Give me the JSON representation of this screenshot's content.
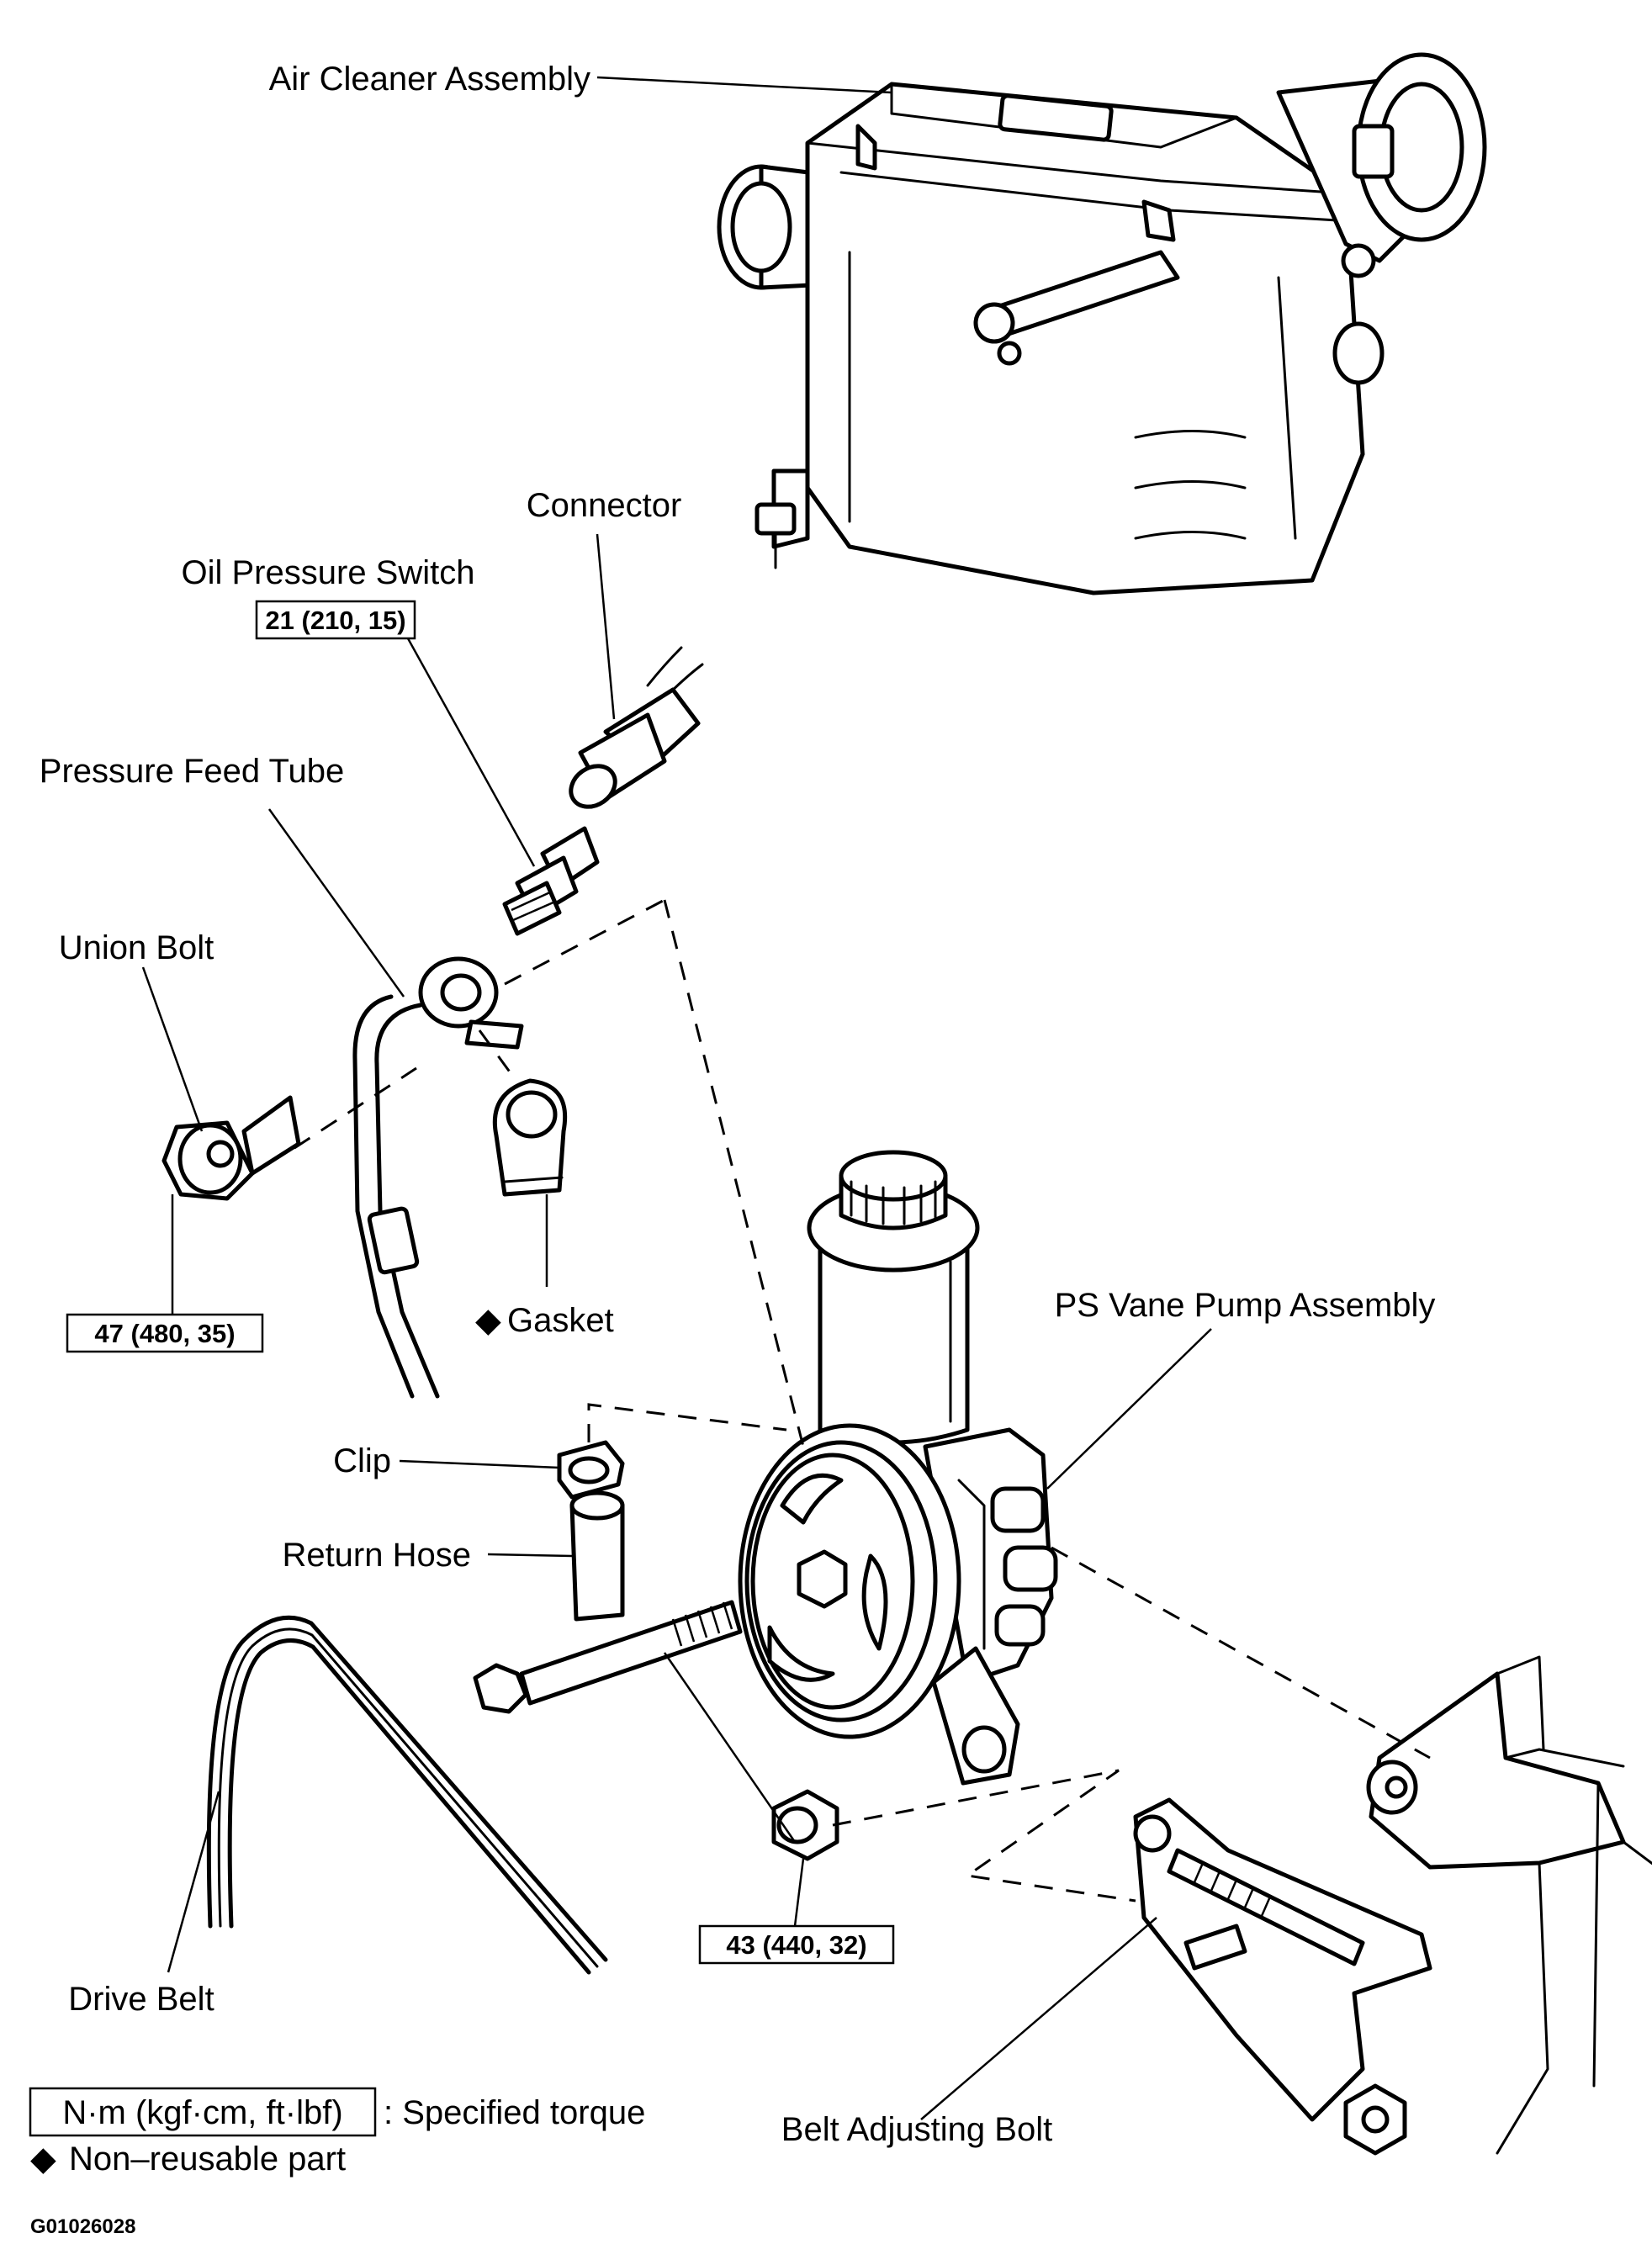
{
  "labels": {
    "air_cleaner": "Air Cleaner Assembly",
    "connector": "Connector",
    "oil_pressure_switch": "Oil Pressure Switch",
    "pressure_feed_tube": "Pressure Feed Tube",
    "union_bolt": "Union Bolt",
    "gasket": "Gasket",
    "ps_vane_pump": "PS Vane Pump Assembly",
    "clip": "Clip",
    "return_hose": "Return Hose",
    "drive_belt": "Drive Belt",
    "belt_adjusting_bolt": "Belt Adjusting Bolt"
  },
  "torques": {
    "oil_pressure_switch": "21 (210, 15)",
    "union_bolt": "47 (480, 35)",
    "pump_bolts": "43 (440, 32)"
  },
  "legend": {
    "torque_units": "N·m (kgf·cm, ft·lbf)",
    "torque_meaning": ": Specified torque",
    "nonreusable_symbol": "◆",
    "nonreusable_meaning": "Non–reusable part"
  },
  "figure_code": "G01026028"
}
